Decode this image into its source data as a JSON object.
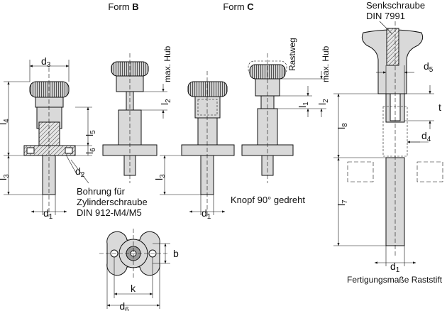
{
  "views": {
    "form_b_title_prefix": "Form ",
    "form_b_title_letter": "B",
    "form_c_title_prefix": "Form ",
    "form_c_title_letter": "C",
    "senkschraube_line1": "Senkschraube",
    "senkschraube_line2": "DIN 7991"
  },
  "dimensions": {
    "d3": {
      "base": "d",
      "sub": "3"
    },
    "d1_a": {
      "base": "d",
      "sub": "1"
    },
    "d1_b": {
      "base": "d",
      "sub": "1"
    },
    "d1_c": {
      "base": "d",
      "sub": "1"
    },
    "d2": {
      "base": "d",
      "sub": "2"
    },
    "d4": {
      "base": "d",
      "sub": "4"
    },
    "d5": {
      "base": "d",
      "sub": "5"
    },
    "d6": {
      "base": "d",
      "sub": "6"
    },
    "l1": {
      "base": "l",
      "sub": "1"
    },
    "l2_b": {
      "base": "l",
      "sub": "2"
    },
    "l2_c": {
      "base": "l",
      "sub": "2"
    },
    "l3_a": {
      "base": "l",
      "sub": "3"
    },
    "l3_b": {
      "base": "l",
      "sub": "3"
    },
    "l4": {
      "base": "l",
      "sub": "4"
    },
    "l5": {
      "base": "l",
      "sub": "5"
    },
    "l6": {
      "base": "l",
      "sub": "6"
    },
    "l7": {
      "base": "l",
      "sub": "7"
    },
    "l8": {
      "base": "l",
      "sub": "8"
    },
    "b": "b",
    "k": "k",
    "t": "t"
  },
  "annotations": {
    "max_hub_b": "max. Hub",
    "max_hub_c": "max. Hub",
    "rastweg": "Rastweg",
    "bohrung_line1": "Bohrung für",
    "bohrung_line2": "Zylinderschraube",
    "bohrung_line3": "DIN 912-M4/M5",
    "knopf": "Knopf 90° gedreht",
    "fertigung": "Fertigungsmaße Raststift"
  }
}
